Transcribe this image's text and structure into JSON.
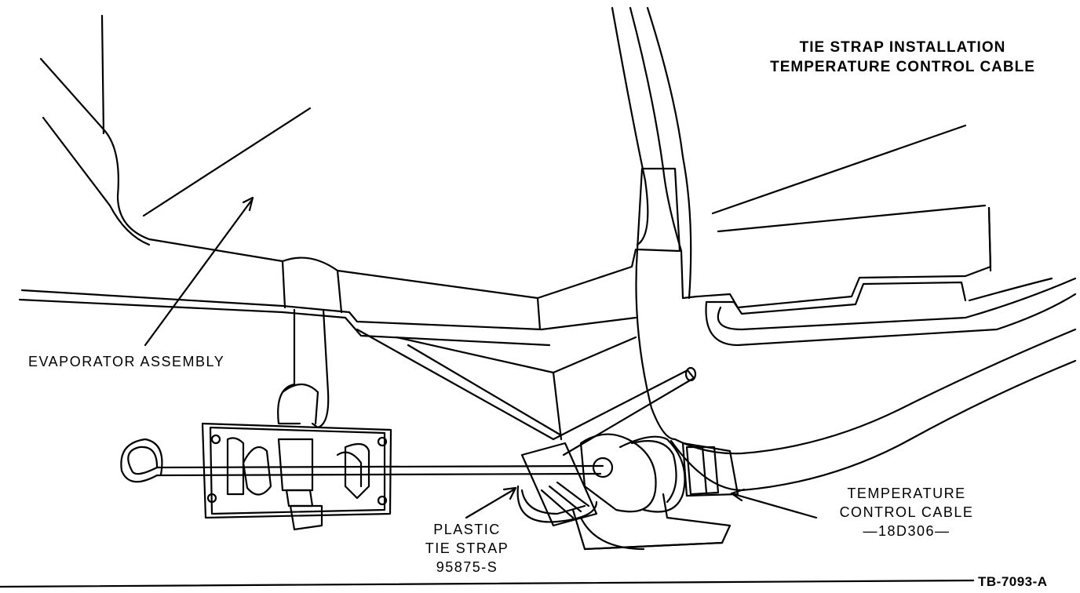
{
  "title": {
    "line1": "TIE STRAP INSTALLATION",
    "line2": "TEMPERATURE CONTROL CABLE"
  },
  "callouts": {
    "evaporator": "EVAPORATOR ASSEMBLY",
    "tie_strap": [
      "PLASTIC",
      "TIE STRAP",
      "95875-S"
    ],
    "cable": [
      "TEMPERATURE",
      "CONTROL CABLE",
      "—18D306—"
    ]
  },
  "figure_ref": "TB-7093-A",
  "colors": {
    "ink": "#000000",
    "paper": "#ffffff"
  }
}
